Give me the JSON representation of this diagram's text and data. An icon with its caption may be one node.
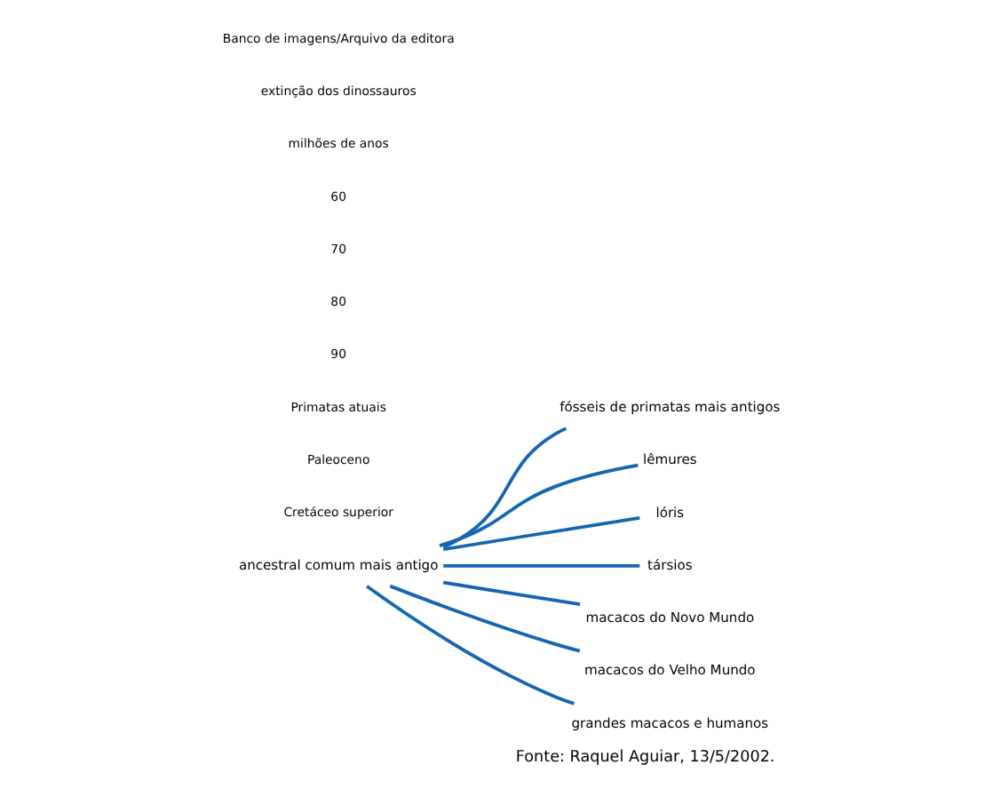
{
  "diagram": {
    "caption": "Fonte: Raquel Aguiar, 13/5/2002.",
    "nodes": [
      {
        "text": [
          "ancestral comum mais antigo"
        ]
      },
      {
        "text": [
          "fósseis de primatas mais antigos"
        ]
      },
      {
        "text": [
          "lêmures"
        ]
      },
      {
        "text": [
          "lóris"
        ]
      },
      {
        "text": [
          "társios"
        ]
      },
      {
        "text": [
          "macacos do Novo Mundo"
        ]
      },
      {
        "text": [
          "macacos do Velho Mundo"
        ]
      },
      {
        "text": [
          "grandes macacos e humanos"
        ]
      }
    ],
    "edges": [
      {
        "from": 0,
        "to": 1,
        "arrow": "none"
      },
      {
        "from": 0,
        "to": 2,
        "arrow": "none"
      },
      {
        "from": 0,
        "to": 3,
        "arrow": "none"
      },
      {
        "from": 0,
        "to": 4,
        "arrow": "none"
      },
      {
        "from": 0,
        "to": 5,
        "arrow": "none"
      },
      {
        "from": 0,
        "to": 6,
        "arrow": "none"
      },
      {
        "from": 0,
        "to": 7,
        "arrow": "none"
      }
    ],
    "labels": [
      "Cretáceo superior",
      "Paleoceno",
      "Primatas atuais",
      "90",
      "80",
      "70",
      "60",
      "milhões de anos",
      "extinção dos dinossauros",
      "Banco de imagens/Arquivo da editora"
    ]
  }
}
